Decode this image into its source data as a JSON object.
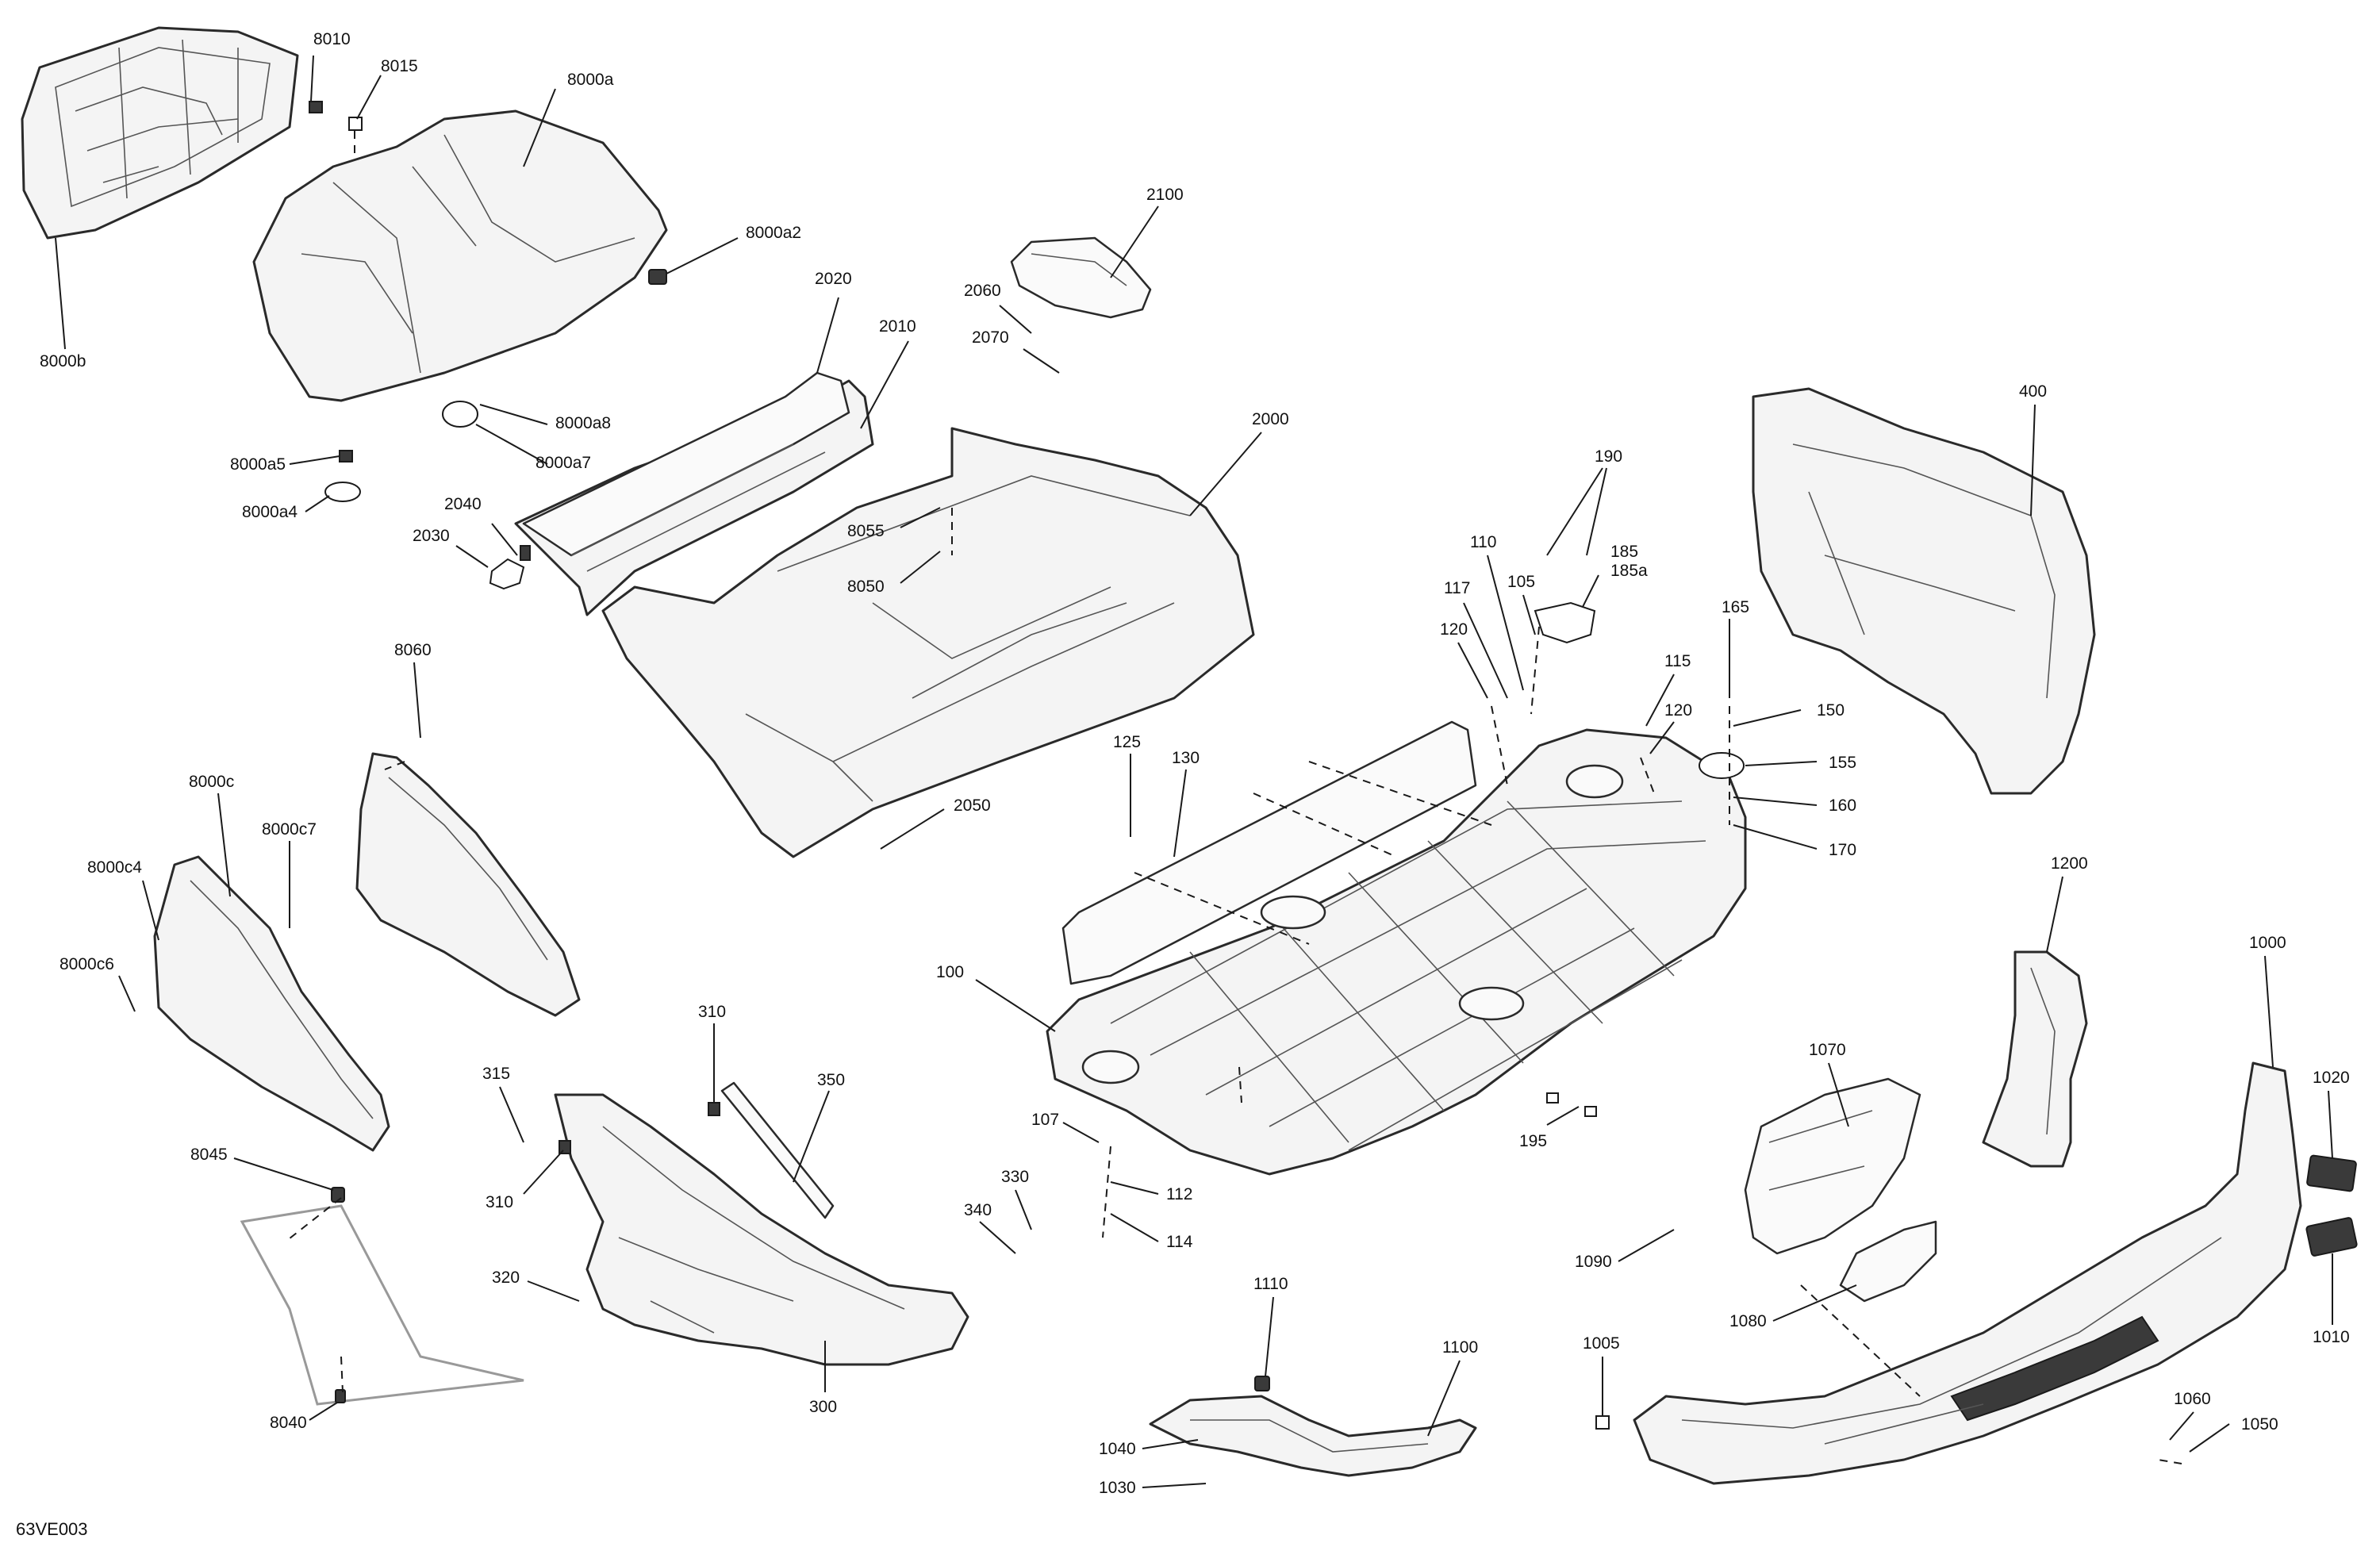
{
  "reference_code": "63VE003",
  "part_numbers": [
    "8010",
    "8015",
    "8000a",
    "8000a2",
    "8000b",
    "8000a8",
    "8000a7",
    "8000a5",
    "8000a4",
    "2100",
    "2060",
    "2070",
    "2020",
    "2010",
    "2000",
    "2040",
    "2030",
    "8055",
    "8050",
    "400",
    "190",
    "185",
    "185a",
    "110",
    "117",
    "105",
    "120",
    "165",
    "150",
    "155",
    "160",
    "170",
    "115",
    "125",
    "130",
    "2050",
    "8060",
    "8000c",
    "8000c7",
    "8000c4",
    "8000c6",
    "100",
    "1200",
    "1000",
    "1020",
    "1010",
    "310",
    "315",
    "350",
    "107",
    "112",
    "114",
    "330",
    "340",
    "320",
    "300",
    "8045",
    "8040",
    "1070",
    "1090",
    "1080",
    "195",
    "1110",
    "1100",
    "1040",
    "1030",
    "1005",
    "1060",
    "1050"
  ]
}
